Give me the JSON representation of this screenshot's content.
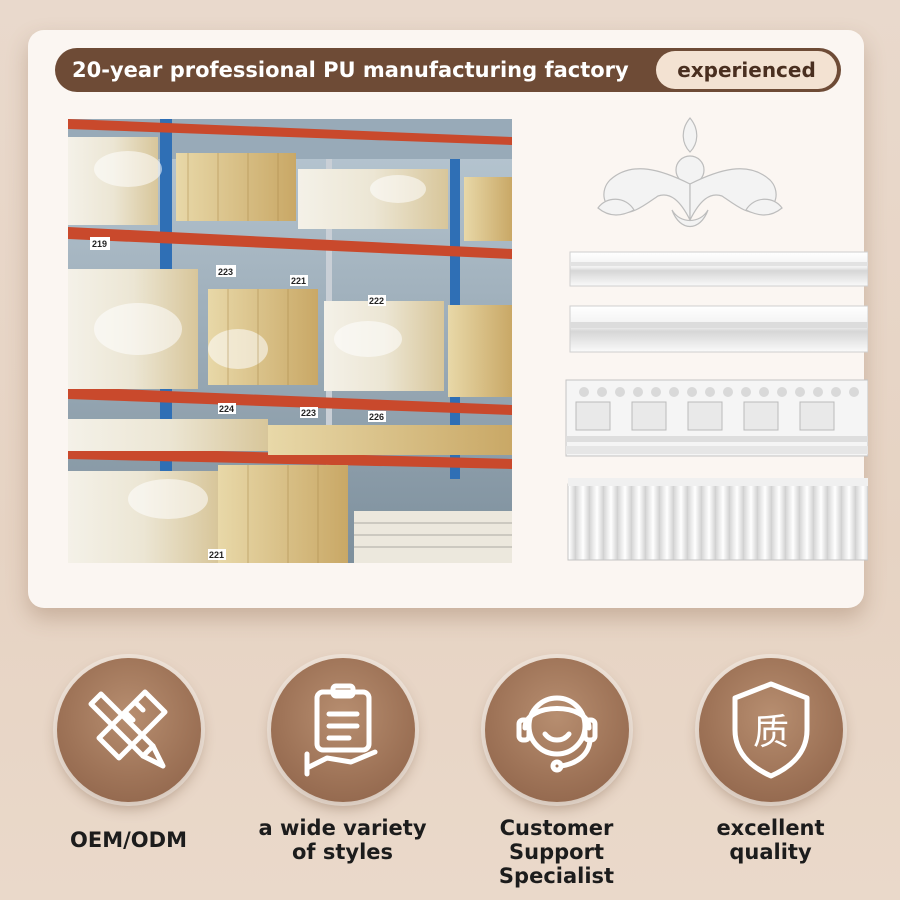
{
  "banner": {
    "title": "20-year professional PU manufacturing factory",
    "badge": "experienced"
  },
  "shelf_numbers": [
    "219",
    "223",
    "221",
    "222",
    "224",
    "223",
    "226",
    "221"
  ],
  "features": [
    {
      "icon": "pencil-ruler-icon",
      "line1": "OEM/ODM",
      "line2": ""
    },
    {
      "icon": "clipboard-hand-icon",
      "line1": "a wide variety",
      "line2": "of styles"
    },
    {
      "icon": "headset-support-icon",
      "line1": "Customer",
      "line2": "Support Specialist"
    },
    {
      "icon": "quality-shield-icon",
      "line1": "excellent",
      "line2": "quality"
    }
  ],
  "quality_glyph": "质",
  "colors": {
    "banner": "#6e4b36",
    "badge": "#f3e2d2",
    "circle": "#a07558",
    "background": "#e9d9cc"
  }
}
